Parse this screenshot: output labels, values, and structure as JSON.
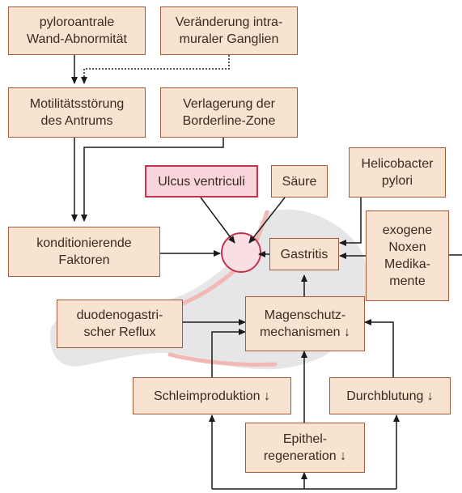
{
  "boxes": {
    "pyloroantrale": [
      "pyloroantrale",
      "Wand-Abnormität"
    ],
    "veraenderung": [
      "Veränderung intra-",
      "muraler Ganglien"
    ],
    "motilitaet": [
      "Motilitätsstörung",
      "des Antrums"
    ],
    "verlagerung": [
      "Verlagerung der",
      "Borderline-Zone"
    ],
    "ulcus": [
      "Ulcus ventriculi"
    ],
    "saeure": [
      "Säure"
    ],
    "helicobacter": [
      "Helicobacter",
      "pylori"
    ],
    "konditionierende": [
      "konditionierende",
      "Faktoren"
    ],
    "gastritis": [
      "Gastritis"
    ],
    "noxen": [
      "exogene",
      "Noxen",
      "Medika-",
      "mente"
    ],
    "duodeno": [
      "duodenogastri-",
      "scher Reflux"
    ],
    "magenschutz": [
      "Magenschutz-",
      "mechanismen ↓"
    ],
    "schleim": [
      "Schleimproduktion ↓"
    ],
    "durchblutung": [
      "Durchblutung ↓"
    ],
    "epithel": [
      "Epithel-",
      "regeneration ↓"
    ]
  },
  "colors": {
    "box_fill": "#f7e3cf",
    "box_border": "#a35a3a",
    "highlight_fill": "#f9d4da",
    "highlight_border": "#c2334d",
    "stomach_fill": "#e6e6e8",
    "stomach_edge": "#f2b9b4",
    "arrow": "#1a1a1a"
  }
}
